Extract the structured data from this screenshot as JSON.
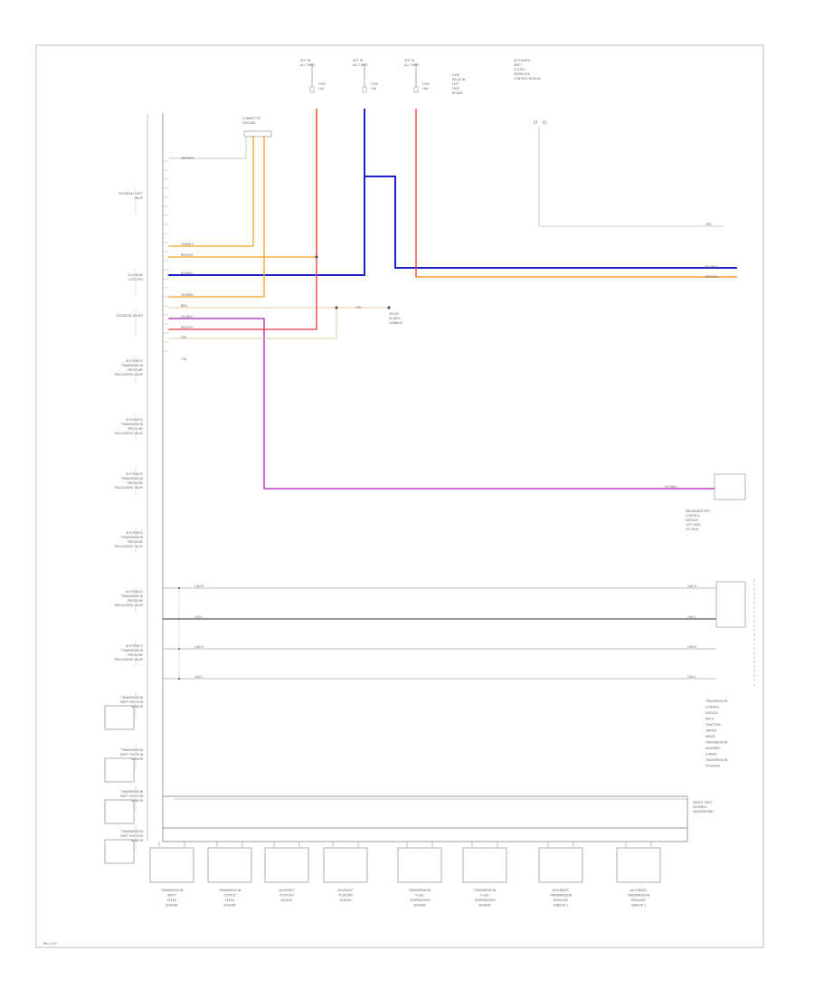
{
  "page": {
    "footer": "Mk 2 of 2"
  },
  "top_labels": {
    "hot1": [
      "HOT IN",
      "ALL TIMES"
    ],
    "hot2": [
      "HOT IN",
      "ALL TIMES"
    ],
    "hot3": [
      "HOT IN",
      "ALL TIMES"
    ],
    "fuse_note": [
      "FUSE",
      "RELAY IN",
      "LEFT",
      "FUSE",
      "BOARD"
    ],
    "upper_right": [
      "AUTOMATIC",
      "SHIFT",
      "CLUTCH",
      "INTERLOCK",
      "CONTROL MODULE"
    ],
    "connector_top": [
      "CONNECTOR",
      "GROUND"
    ],
    "fuses": [
      "FUSE",
      "10A",
      "FUSE",
      "10A",
      "FUSE",
      "10A"
    ]
  },
  "left_components": [
    "SOLENOID SHIFT VALVE",
    "SOLENOID CLUTCHES",
    "SOLENOID VALVES",
    "AUTOMATIC TRANSMISSION PRESSURE REGULATING VALVE",
    "AUTOMATIC TRANSMISSION PRESSURE REGULATING VALVE",
    "AUTOMATIC TRANSMISSION PRESSURE REGULATING VALVE",
    "AUTOMATIC TRANSMISSION PRESSURE REGULATING VALVE",
    "AUTOMATIC TRANSMISSION PRESSURE REGULATING VALVE",
    "AUTOMATIC TRANSMISSION PRESSURE REGULATING VALVE",
    "TRANSMISSION SHIFT POSITION SENSOR",
    "TRANSMISSION SHIFT POSITION SENSOR",
    "TRANSMISSION SHIFT POSITION SENSOR",
    "TRANSMISSION SHIFT POSITION SENSOR"
  ],
  "wire_labels": {
    "top_gray": "GRY/WHT",
    "orange1": "ORN/BLK",
    "orange2": "RED/YEL",
    "blue": "BLU/BLK",
    "orange3": "YEL/BRN",
    "tan": "BRN",
    "pink": "VIO/BLK",
    "red": "RED/YEL",
    "gray_low": "GRY",
    "right_gray": "GRY",
    "right_blue": "BLU/BLK",
    "right_orange": "RED/YEL",
    "violet_end": "VIO/BLK",
    "splice_note": [
      "SPLICE",
      "IN WIRE",
      "HARNESS"
    ],
    "c_mid": "T16"
  },
  "right_components": {
    "ecm": [
      "ENGINE/BATTERY",
      "CONTROL",
      "MODULE",
      "LEFT SIDE",
      "OF DASH"
    ],
    "tcm_block": [
      "TRANSMISSION",
      "CONTROL",
      "MODULE",
      "MULTI",
      "FUNCTION",
      "SWITCH",
      "INSIDE",
      "TRANSMISSION",
      "ASSEMBLY",
      "(UNDER",
      "TRANSMISSION",
      "HOUSING)"
    ],
    "direct_shift": [
      "DIRECT SHIFT",
      "GEARBOX",
      "MECHATRONIC"
    ]
  },
  "bus_labels": [
    "CAN H",
    "CAN L",
    "CAN H",
    "CAN L"
  ],
  "bottom_components": [
    [
      "TRANSMISSION",
      "INPUT",
      "SPEED",
      "SENSOR"
    ],
    [
      "TRANSMISSION",
      "OUTPUT",
      "SPEED",
      "SENSOR"
    ],
    [
      "GEARSHIFT",
      "POSITION",
      "SENSOR"
    ],
    [
      "GEARSHIFT",
      "POSITION",
      "SENSOR"
    ],
    [
      "TRANSMISSION",
      "FLUID",
      "TEMPERATURE",
      "SENSOR"
    ],
    [
      "TRANSMISSION",
      "FLUID",
      "TEMPERATURE",
      "SENSOR"
    ],
    [
      "AUTOMATIC",
      "TRANSMISSION",
      "PRESSURE",
      "SENSOR 1"
    ],
    [
      "AUTOMATIC",
      "TRANSMISSION",
      "PRESSURE",
      "SENSOR 2"
    ]
  ],
  "colors": {
    "orange": "#f5a623",
    "red": "#ee3a3a",
    "blue": "#2020c8",
    "violet": "#c040c0",
    "tan": "#e0cfa0",
    "gray": "#bdbdbd"
  }
}
